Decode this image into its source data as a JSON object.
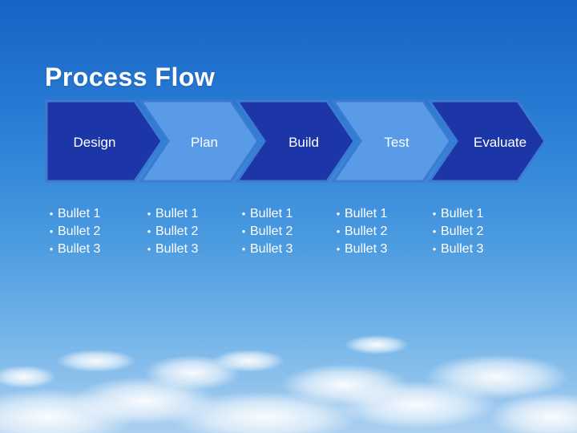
{
  "slide": {
    "title": "Process Flow"
  },
  "steps": [
    {
      "label": "Design",
      "bullets": [
        "Bullet 1",
        "Bullet 2",
        "Bullet 3"
      ]
    },
    {
      "label": "Plan",
      "bullets": [
        "Bullet 1",
        "Bullet 2",
        "Bullet 3"
      ]
    },
    {
      "label": "Build",
      "bullets": [
        "Bullet 1",
        "Bullet 2",
        "Bullet 3"
      ]
    },
    {
      "label": "Test",
      "bullets": [
        "Bullet 1",
        "Bullet 2",
        "Bullet 3"
      ]
    },
    {
      "label": "Evaluate",
      "bullets": [
        "Bullet 1",
        "Bullet 2",
        "Bullet 3"
      ]
    }
  ],
  "colors": {
    "dark_chevron": "#1c36a8",
    "light_chevron": "#5a9be8",
    "chevron_edge": "#3f7ad0",
    "text": "#ffffff"
  },
  "icons": {
    "bullet": "•"
  }
}
